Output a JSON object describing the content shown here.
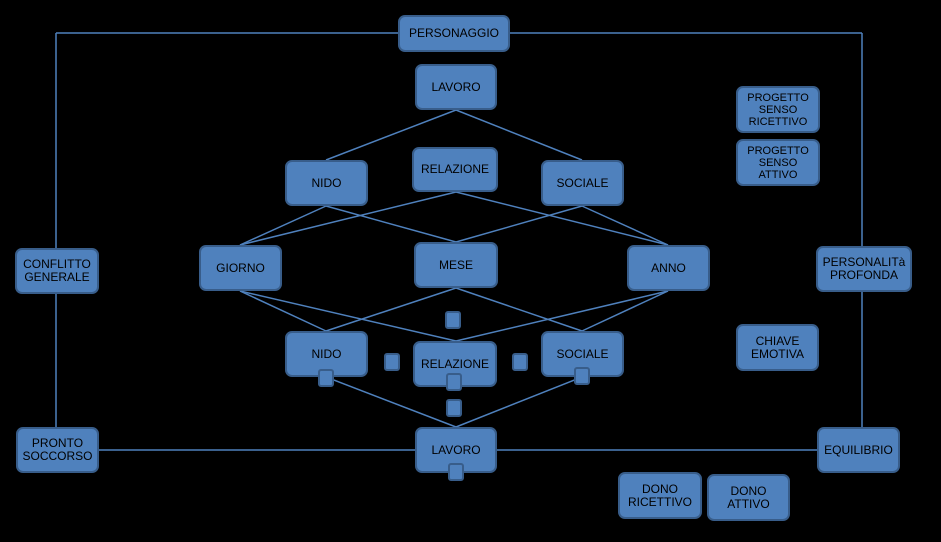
{
  "diagram": {
    "colors": {
      "background": "#000000",
      "node_fill": "#4f81bd",
      "node_border": "#385d8a",
      "line": "#4f81bd",
      "text": "#000000"
    },
    "nodes": {
      "personaggio": "PERSONAGGIO",
      "lavoro_top": "LAVORO",
      "nido_top": "NIDO",
      "relazione_top": "RELAZIONE",
      "sociale_top": "SOCIALE",
      "giorno": "GIORNO",
      "mese": "MESE",
      "anno": "ANNO",
      "nido_bottom": "NIDO",
      "relazione_bottom": "RELAZIONE",
      "sociale_bottom": "SOCIALE",
      "lavoro_bottom": "LAVORO",
      "conflitto_generale": "CONFLITTO\nGENERALE",
      "pronto_soccorso": "PRONTO\nSOCCORSO",
      "personalita_profonda": "PERSONALITà\nPROFONDA",
      "equilibrio": "EQUILIBRIO",
      "progetto_senso_ricettivo": "PROGETTO\nSENSO\nRICETTIVO",
      "progetto_senso_attivo": "PROGETTO\nSENSO\nATTIVO",
      "chiave_emotiva": "CHIAVE\nEMOTIVA",
      "dono_ricettivo": "DONO\nRICETTIVO",
      "dono_attivo": "DONO\nATTIVO"
    }
  }
}
